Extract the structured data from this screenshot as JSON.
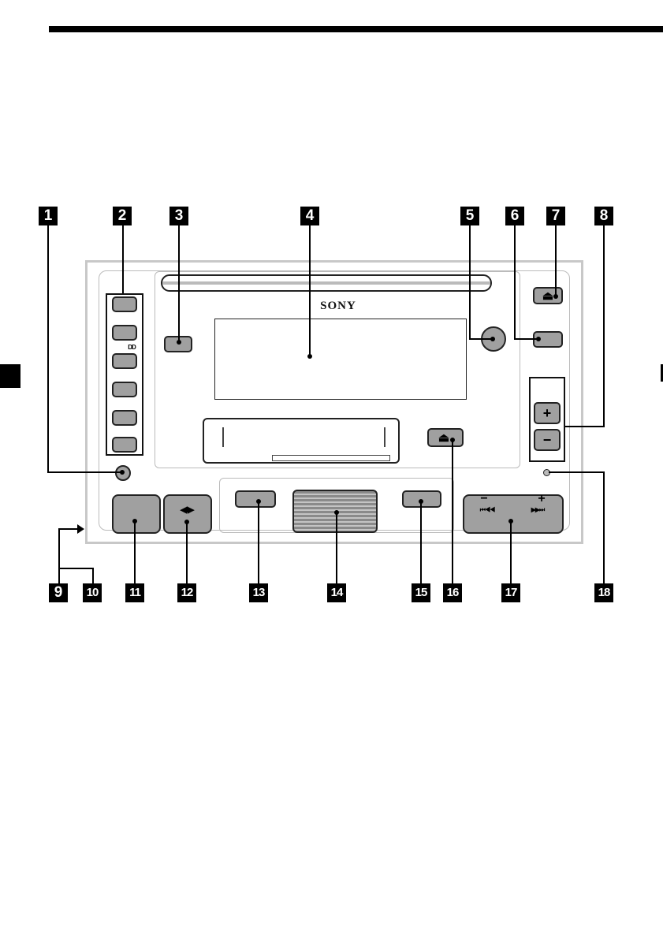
{
  "brand": {
    "logo_text": "SONY"
  },
  "callouts": [
    "1",
    "2",
    "3",
    "4",
    "5",
    "6",
    "7",
    "8",
    "9",
    "10",
    "11",
    "12",
    "13",
    "14",
    "15",
    "16",
    "17",
    "18"
  ],
  "buttons": {
    "eject_top_glyph": "⏏",
    "eject_tape_glyph": "⏏",
    "plus_glyph": "+",
    "minus_glyph": "−",
    "seek_minus": "−",
    "seek_plus": "+",
    "seek_left_glyph": "⏮◀◀",
    "seek_right_glyph": "▶▶⏭",
    "direction_glyph": "◀I▶",
    "dolby_glyph": "DD"
  },
  "colors": {
    "button_fill": "#a0a0a0",
    "panel_border": "#c8c8c8",
    "ink": "#000000"
  }
}
